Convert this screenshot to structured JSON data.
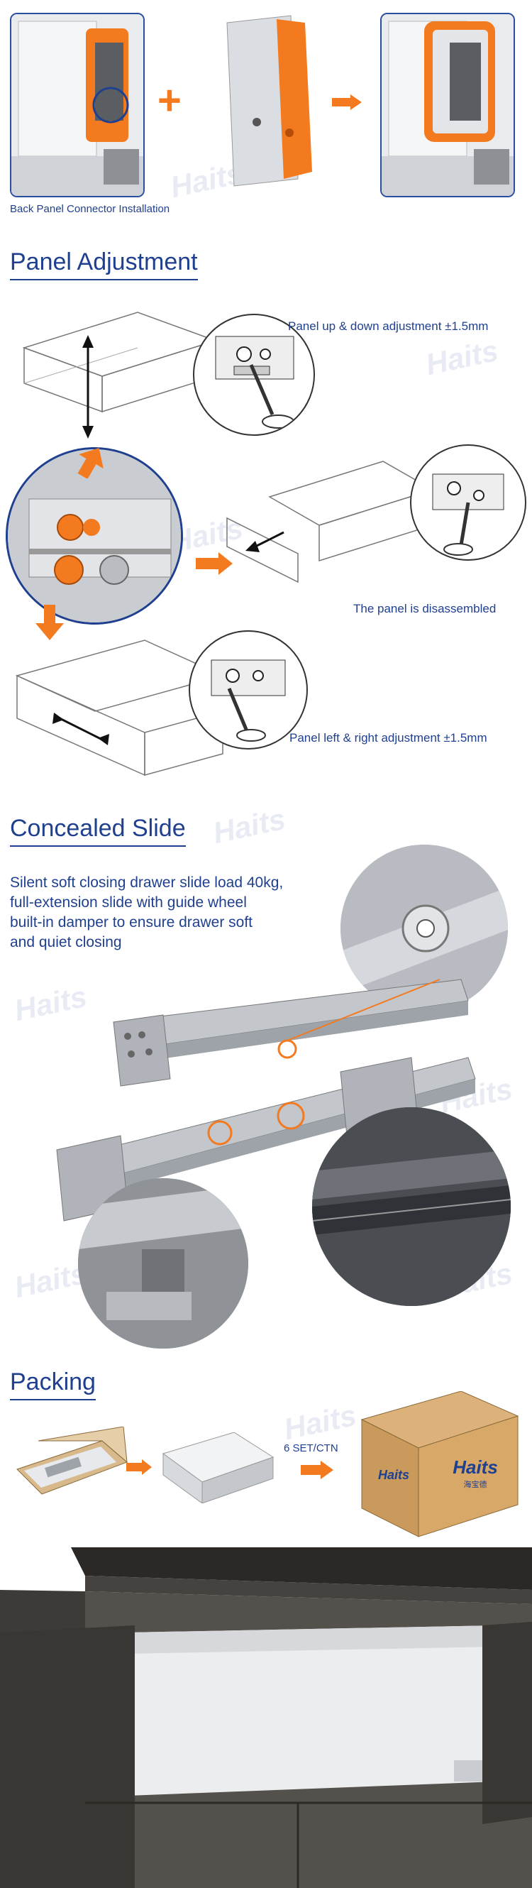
{
  "connector": {
    "caption": "Back Panel Connector Installation",
    "plus": "+"
  },
  "panel_adjustment": {
    "title": "Panel Adjustment",
    "label_updown": "Panel up & down adjustment ±1.5mm",
    "label_disassembled": "The panel is disassembled",
    "label_leftright": "Panel left & right adjustment ±1.5mm"
  },
  "concealed_slide": {
    "title": "Concealed Slide",
    "line1": "Silent soft closing drawer slide load 40kg,",
    "line2": "full-extension slide with guide wheel",
    "line3": "built-in damper to ensure drawer soft",
    "line4": "and quiet closing"
  },
  "packing": {
    "title": "Packing",
    "ctn_label": "6 SET/CTN",
    "box_logo": "Haits",
    "box_logo_sub": "海宝德"
  },
  "watermark": "Haits",
  "colors": {
    "accent": "#1f3f8f",
    "orange": "#f47a1f",
    "cabinet": "#3a3633"
  }
}
